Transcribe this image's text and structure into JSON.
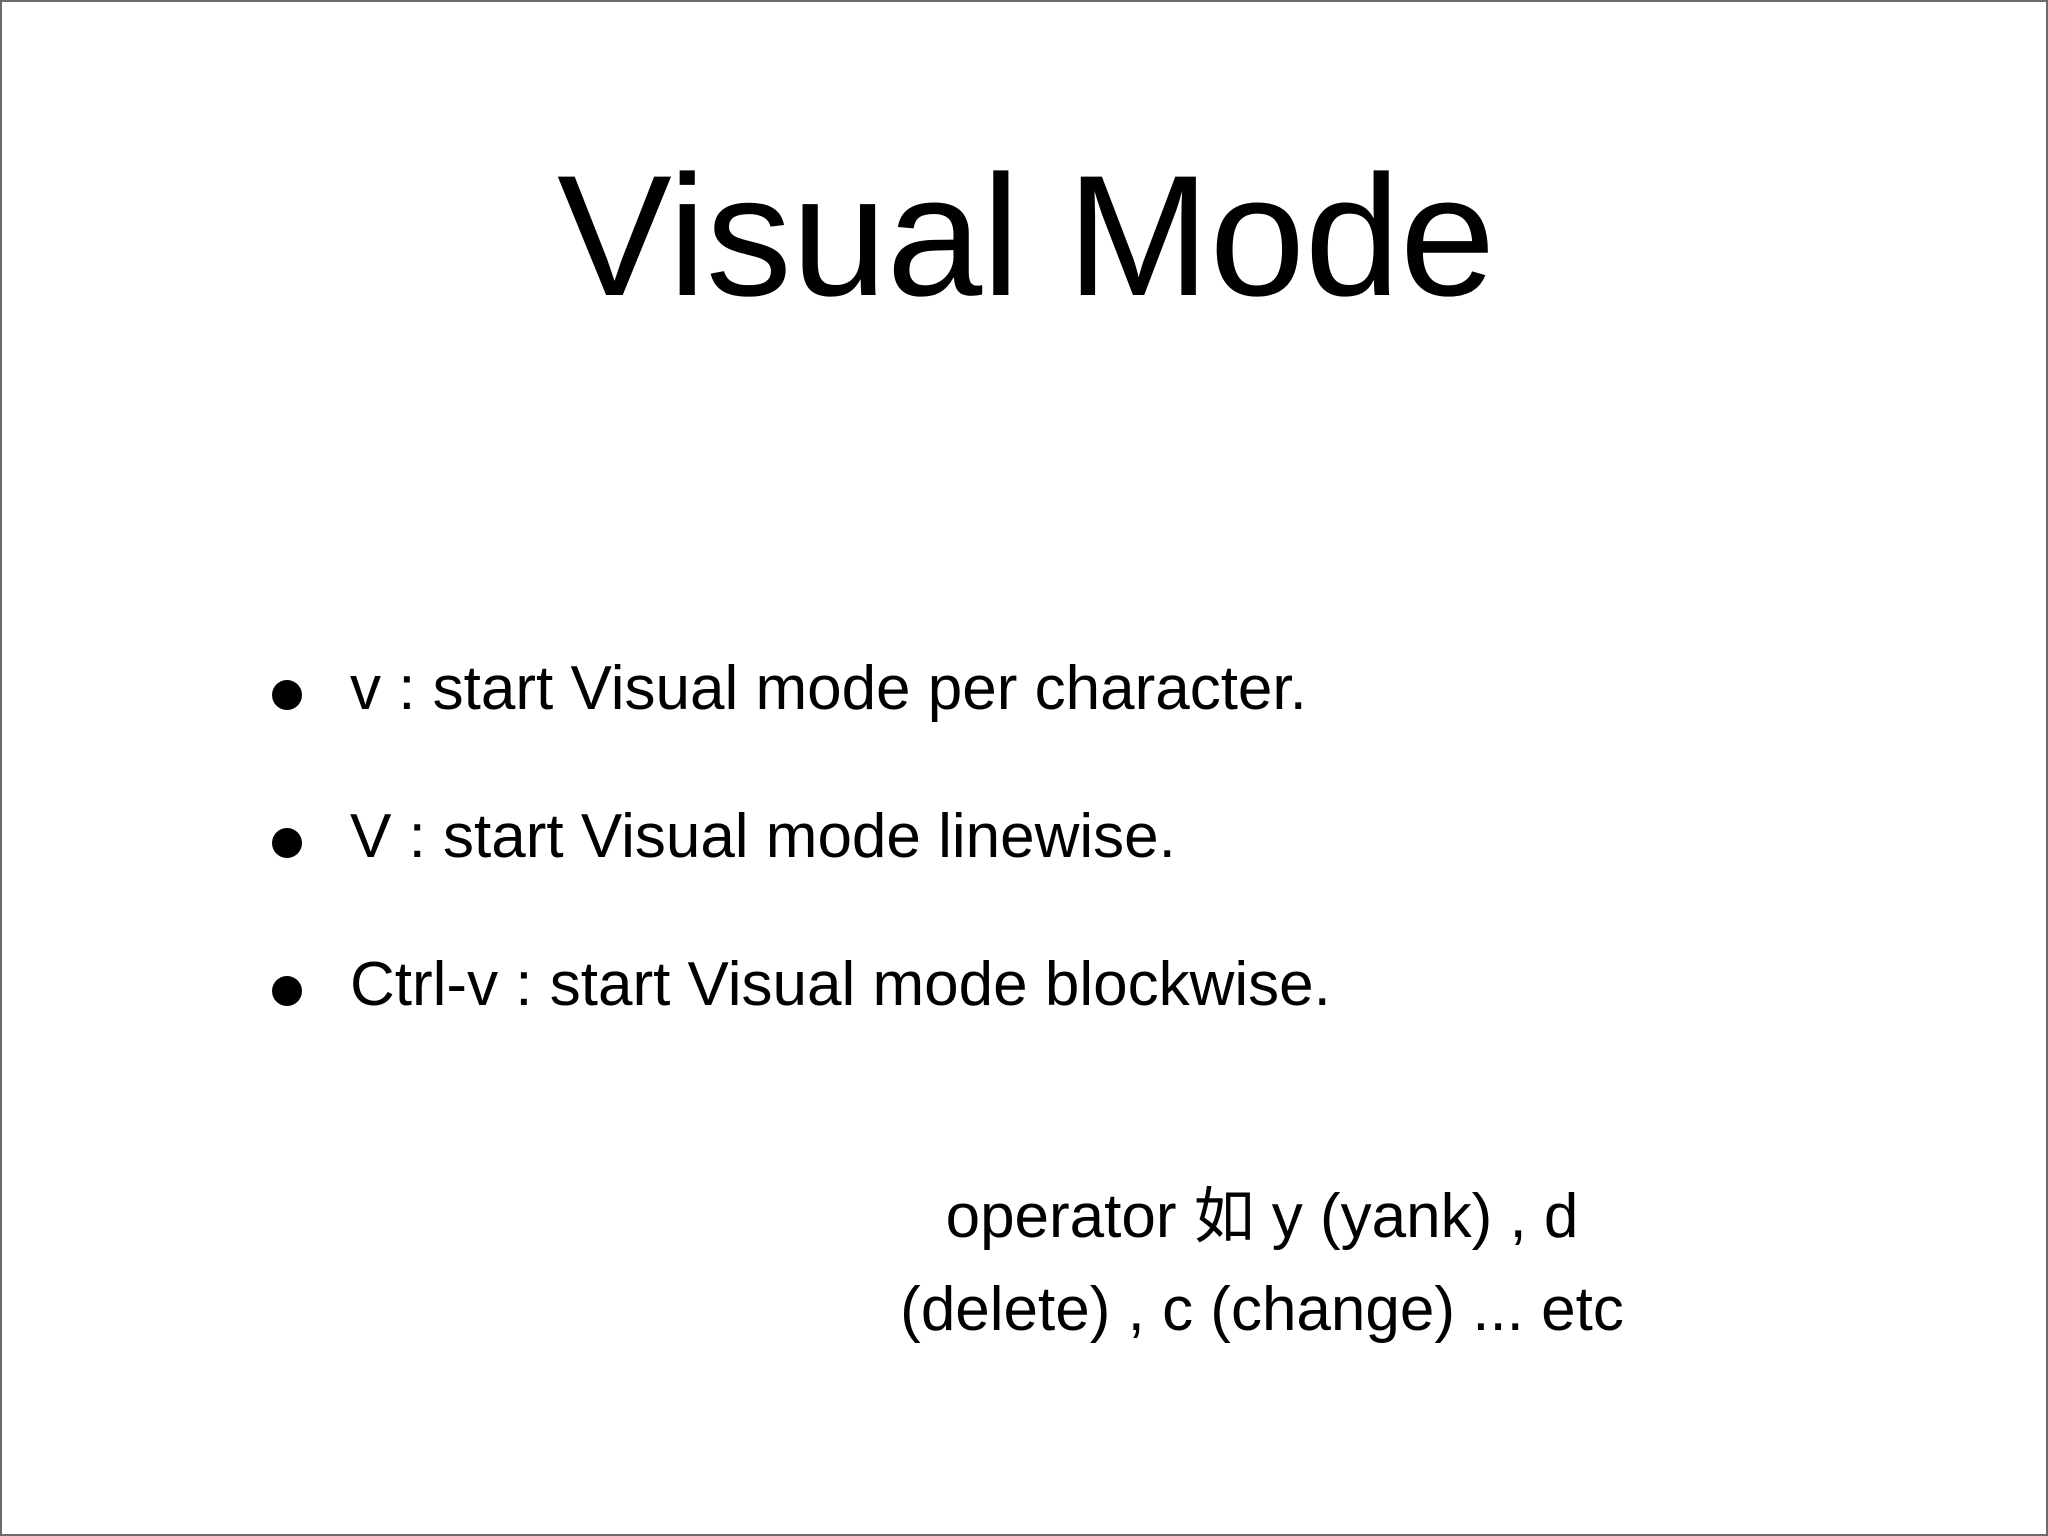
{
  "slide": {
    "title": "Visual Mode",
    "background_color": "#ffffff",
    "text_color": "#000000",
    "border_color": "#6b6b6b",
    "bullets": [
      {
        "marker": "bullet-dot",
        "text": "v : start Visual mode per character."
      },
      {
        "marker": "bullet-dot",
        "text": "V : start Visual mode linewise."
      },
      {
        "marker": "bullet-dot",
        "text": "Ctrl-v :  start Visual mode blockwise."
      }
    ],
    "note": {
      "lines": [
        {
          "prefix": "operator ",
          "cjk": "如",
          "suffix": " y (yank) , d"
        },
        {
          "text": "(delete) , c (change) ... etc"
        }
      ]
    }
  }
}
